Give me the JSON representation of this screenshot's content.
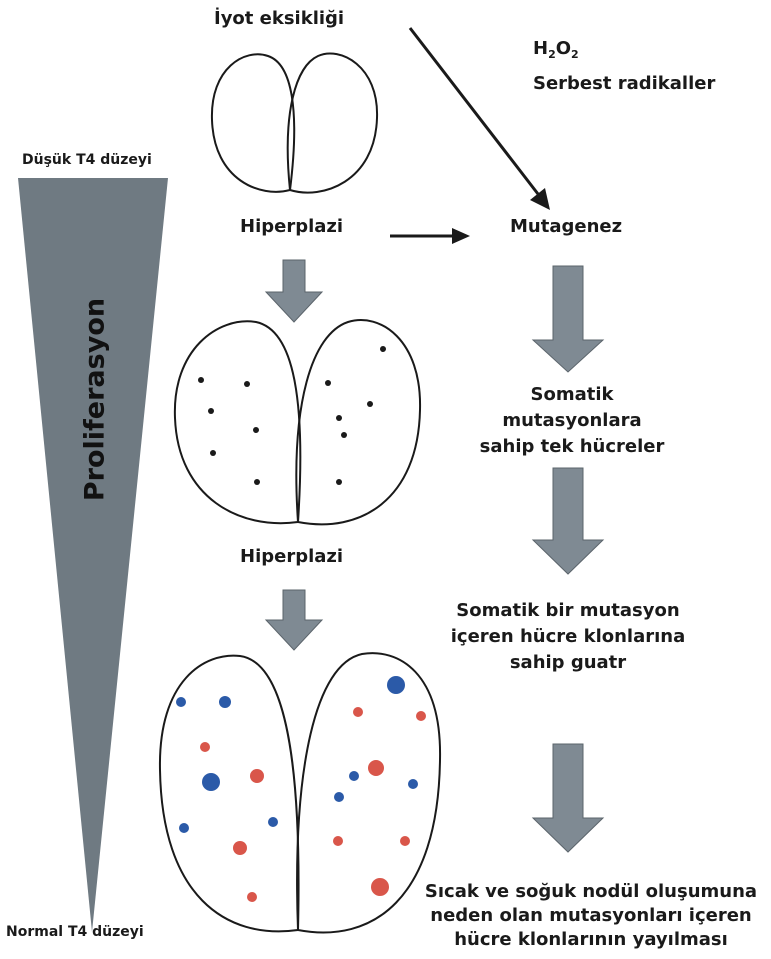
{
  "labels": {
    "iodine_deficiency": "İyot eksikliği",
    "h2o2_main": "H",
    "h2o2_sub1": "2",
    "h2o2_mid": "O",
    "h2o2_sub2": "2",
    "free_radicals": "Serbest radikaller",
    "low_t4": "Düşük T4 düzeyi",
    "normal_t4": "Normal T4 düzeyi",
    "proliferation": "Proliferasyon",
    "hyperplasia_1": "Hiperplazi",
    "hyperplasia_2": "Hiperplazi",
    "mutagenesis": "Mutagenez",
    "somatic_cells": [
      "Somatik",
      "mutasyonlara",
      "sahip tek hücreler"
    ],
    "goiter_clones": [
      "Somatik bir mutasyon",
      "içeren hücre klonlarına",
      "sahip guatr"
    ],
    "spread": [
      "Sıcak ve soğuk nodül oluşumuna",
      "neden olan mutasyonları içeren",
      "hücre klonlarının yayılması"
    ]
  },
  "colors": {
    "gray_arrow": "#7f8a93",
    "triangle": "#6f7a82",
    "blue_dot": "#2b5aa8",
    "red_dot": "#d9564a",
    "outline": "#1a1a1a"
  }
}
